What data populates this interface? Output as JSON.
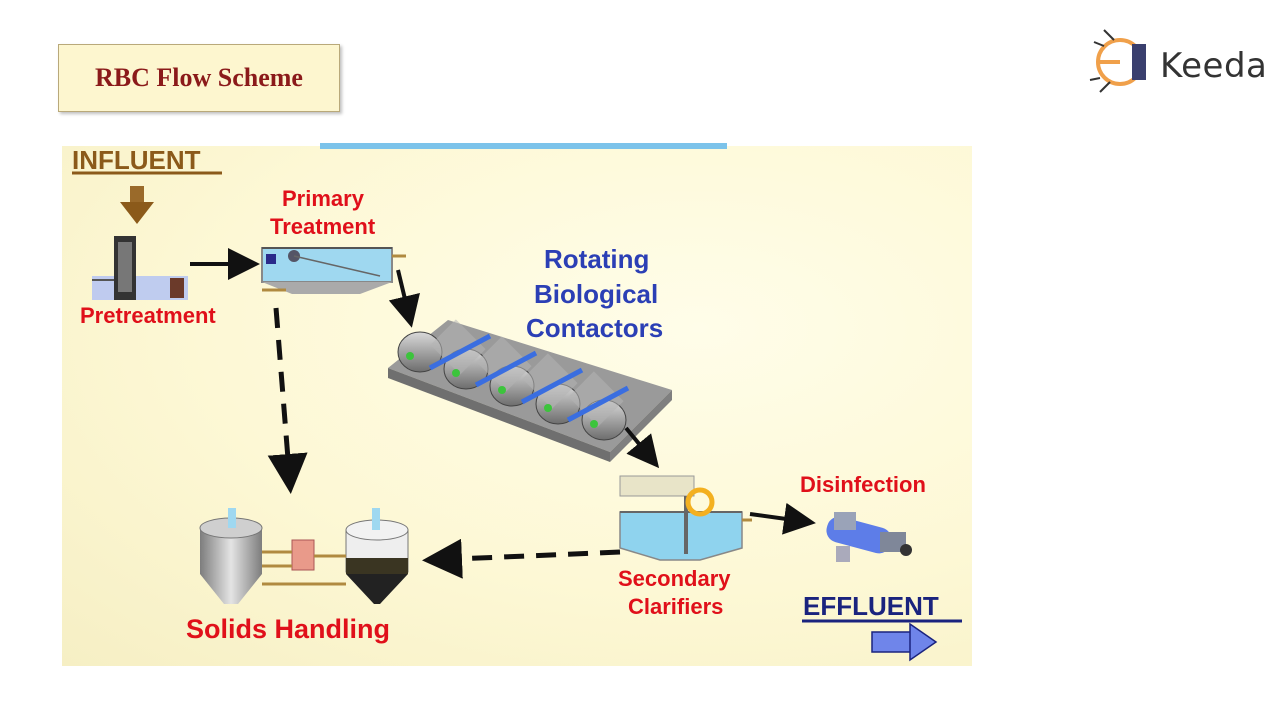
{
  "slide": {
    "title": "RBC Flow Scheme"
  },
  "brand": {
    "logo_text": "Keeda"
  },
  "labels": {
    "influent": "INFLUENT",
    "pretreatment": "Pretreatment",
    "primary_line1": "Primary",
    "primary_line2": "Treatment",
    "rbc_line1": "Rotating",
    "rbc_line2": "Biological",
    "rbc_line3": "Contactors",
    "disinfection": "Disinfection",
    "secondary_line1": "Secondary",
    "secondary_line2": "Clarifiers",
    "effluent": "EFFLUENT",
    "solids": "Solids Handling"
  },
  "colors": {
    "label_red": "#e0101a",
    "label_blue": "#2b3fb5",
    "influent_brown": "#8b5a1a",
    "effluent_blue": "#1a237e",
    "title_red": "#8b1a1a"
  }
}
